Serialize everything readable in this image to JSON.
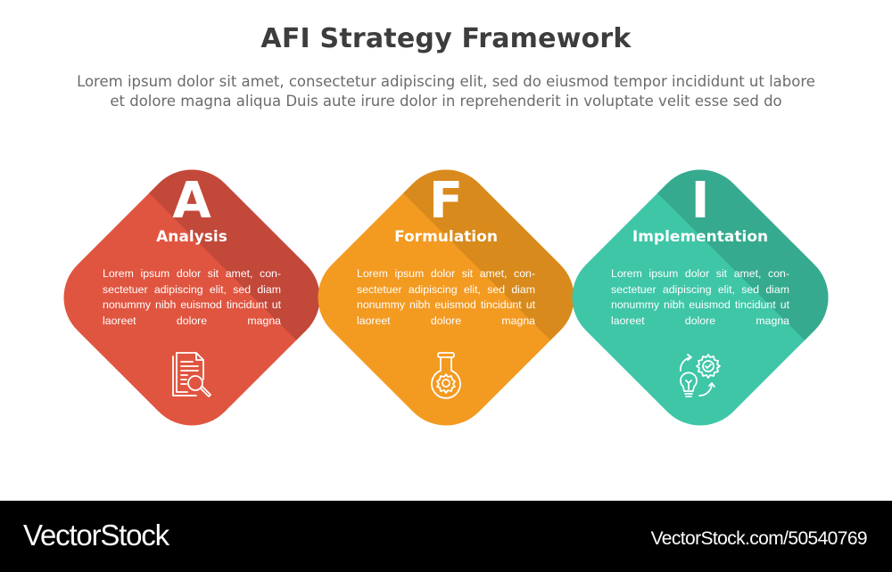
{
  "header": {
    "title": "AFI Strategy Framework",
    "subtitle_line1": "Lorem ipsum dolor sit amet, consectetur adipiscing elit, sed do eiusmod tempor incididunt ut labore",
    "subtitle_line2": "et dolore magna aliqua Duis aute irure dolor in reprehenderit in voluptate velit esse sed do"
  },
  "stages": [
    {
      "letter": "A",
      "label": "Analysis",
      "body": "Lorem ipsum dolor sit amet, con­sectetuer adipiscing elit, sed diam nonummy nibh euismod tin­cidunt ut laoreet dolore magna",
      "icon": "document-search-icon",
      "header_color": "#C2483A",
      "body_color": "#E05540"
    },
    {
      "letter": "F",
      "label": "Formulation",
      "body": "Lorem ipsum dolor sit amet, con­sectetuer adipiscing elit, sed diam nonummy nibh euismod tin­cidunt ut laoreet dolore magna",
      "icon": "flask-gear-icon",
      "header_color": "#D98A1C",
      "body_color": "#F39A21"
    },
    {
      "letter": "I",
      "label": "Implementation",
      "body": "Lorem ipsum dolor sit amet, con­sectetuer adipiscing elit, sed diam nonummy nibh euismod tin­cidunt ut laoreet dolore magna",
      "icon": "idea-gear-cycle-icon",
      "header_color": "#35AA8E",
      "body_color": "#3EC6A7"
    }
  ],
  "footer": {
    "brand": "VectorStock",
    "reference": "VectorStock.com/50540769"
  }
}
